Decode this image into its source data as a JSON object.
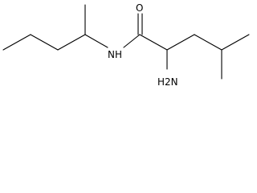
{
  "molecule": {
    "atoms": {
      "oxygen": "O",
      "amide_nitrogen": "NH",
      "amine": "H2N"
    },
    "colors": {
      "bond": "#000000",
      "label": "#000000",
      "background": "#ffffff"
    }
  }
}
